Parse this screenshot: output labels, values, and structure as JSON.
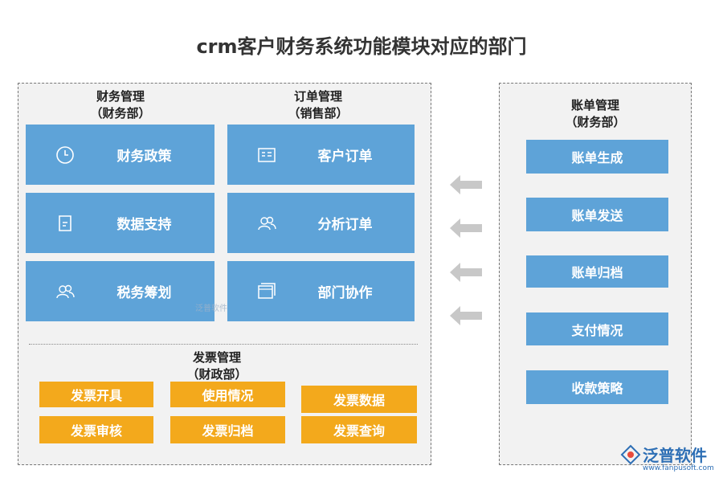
{
  "title": "crm客户财务系统功能模块对应的部门",
  "finance": {
    "heading": "财务管理",
    "dept": "（财务部）",
    "items": [
      {
        "label": "财务政策",
        "icon": "clock-icon"
      },
      {
        "label": "数据支持",
        "icon": "document-icon"
      },
      {
        "label": "税务筹划",
        "icon": "users-icon"
      }
    ]
  },
  "orders": {
    "heading": "订单管理",
    "dept": "（销售部）",
    "items": [
      {
        "label": "客户订单",
        "icon": "list-card-icon"
      },
      {
        "label": "分析订单",
        "icon": "users-icon"
      },
      {
        "label": "部门协作",
        "icon": "windows-icon"
      }
    ]
  },
  "invoice": {
    "heading": "发票管理",
    "dept": "（财政部）",
    "items": [
      "发票开具",
      "使用情况",
      "发票数据",
      "发票审核",
      "发票归档",
      "发票查询"
    ]
  },
  "billing": {
    "heading": "账单管理",
    "dept": "（财务部）",
    "items": [
      "账单生成",
      "账单发送",
      "账单归档",
      "支付情况",
      "收款策略"
    ]
  },
  "watermark": "泛普软件",
  "brand": {
    "name": "泛普软件",
    "url": "www.fanpusoft.com",
    "color": "#2e6fb5"
  },
  "colors": {
    "blue": "#5ea3d8",
    "orange": "#f3a91c",
    "arrow": "#c8c8c8"
  }
}
